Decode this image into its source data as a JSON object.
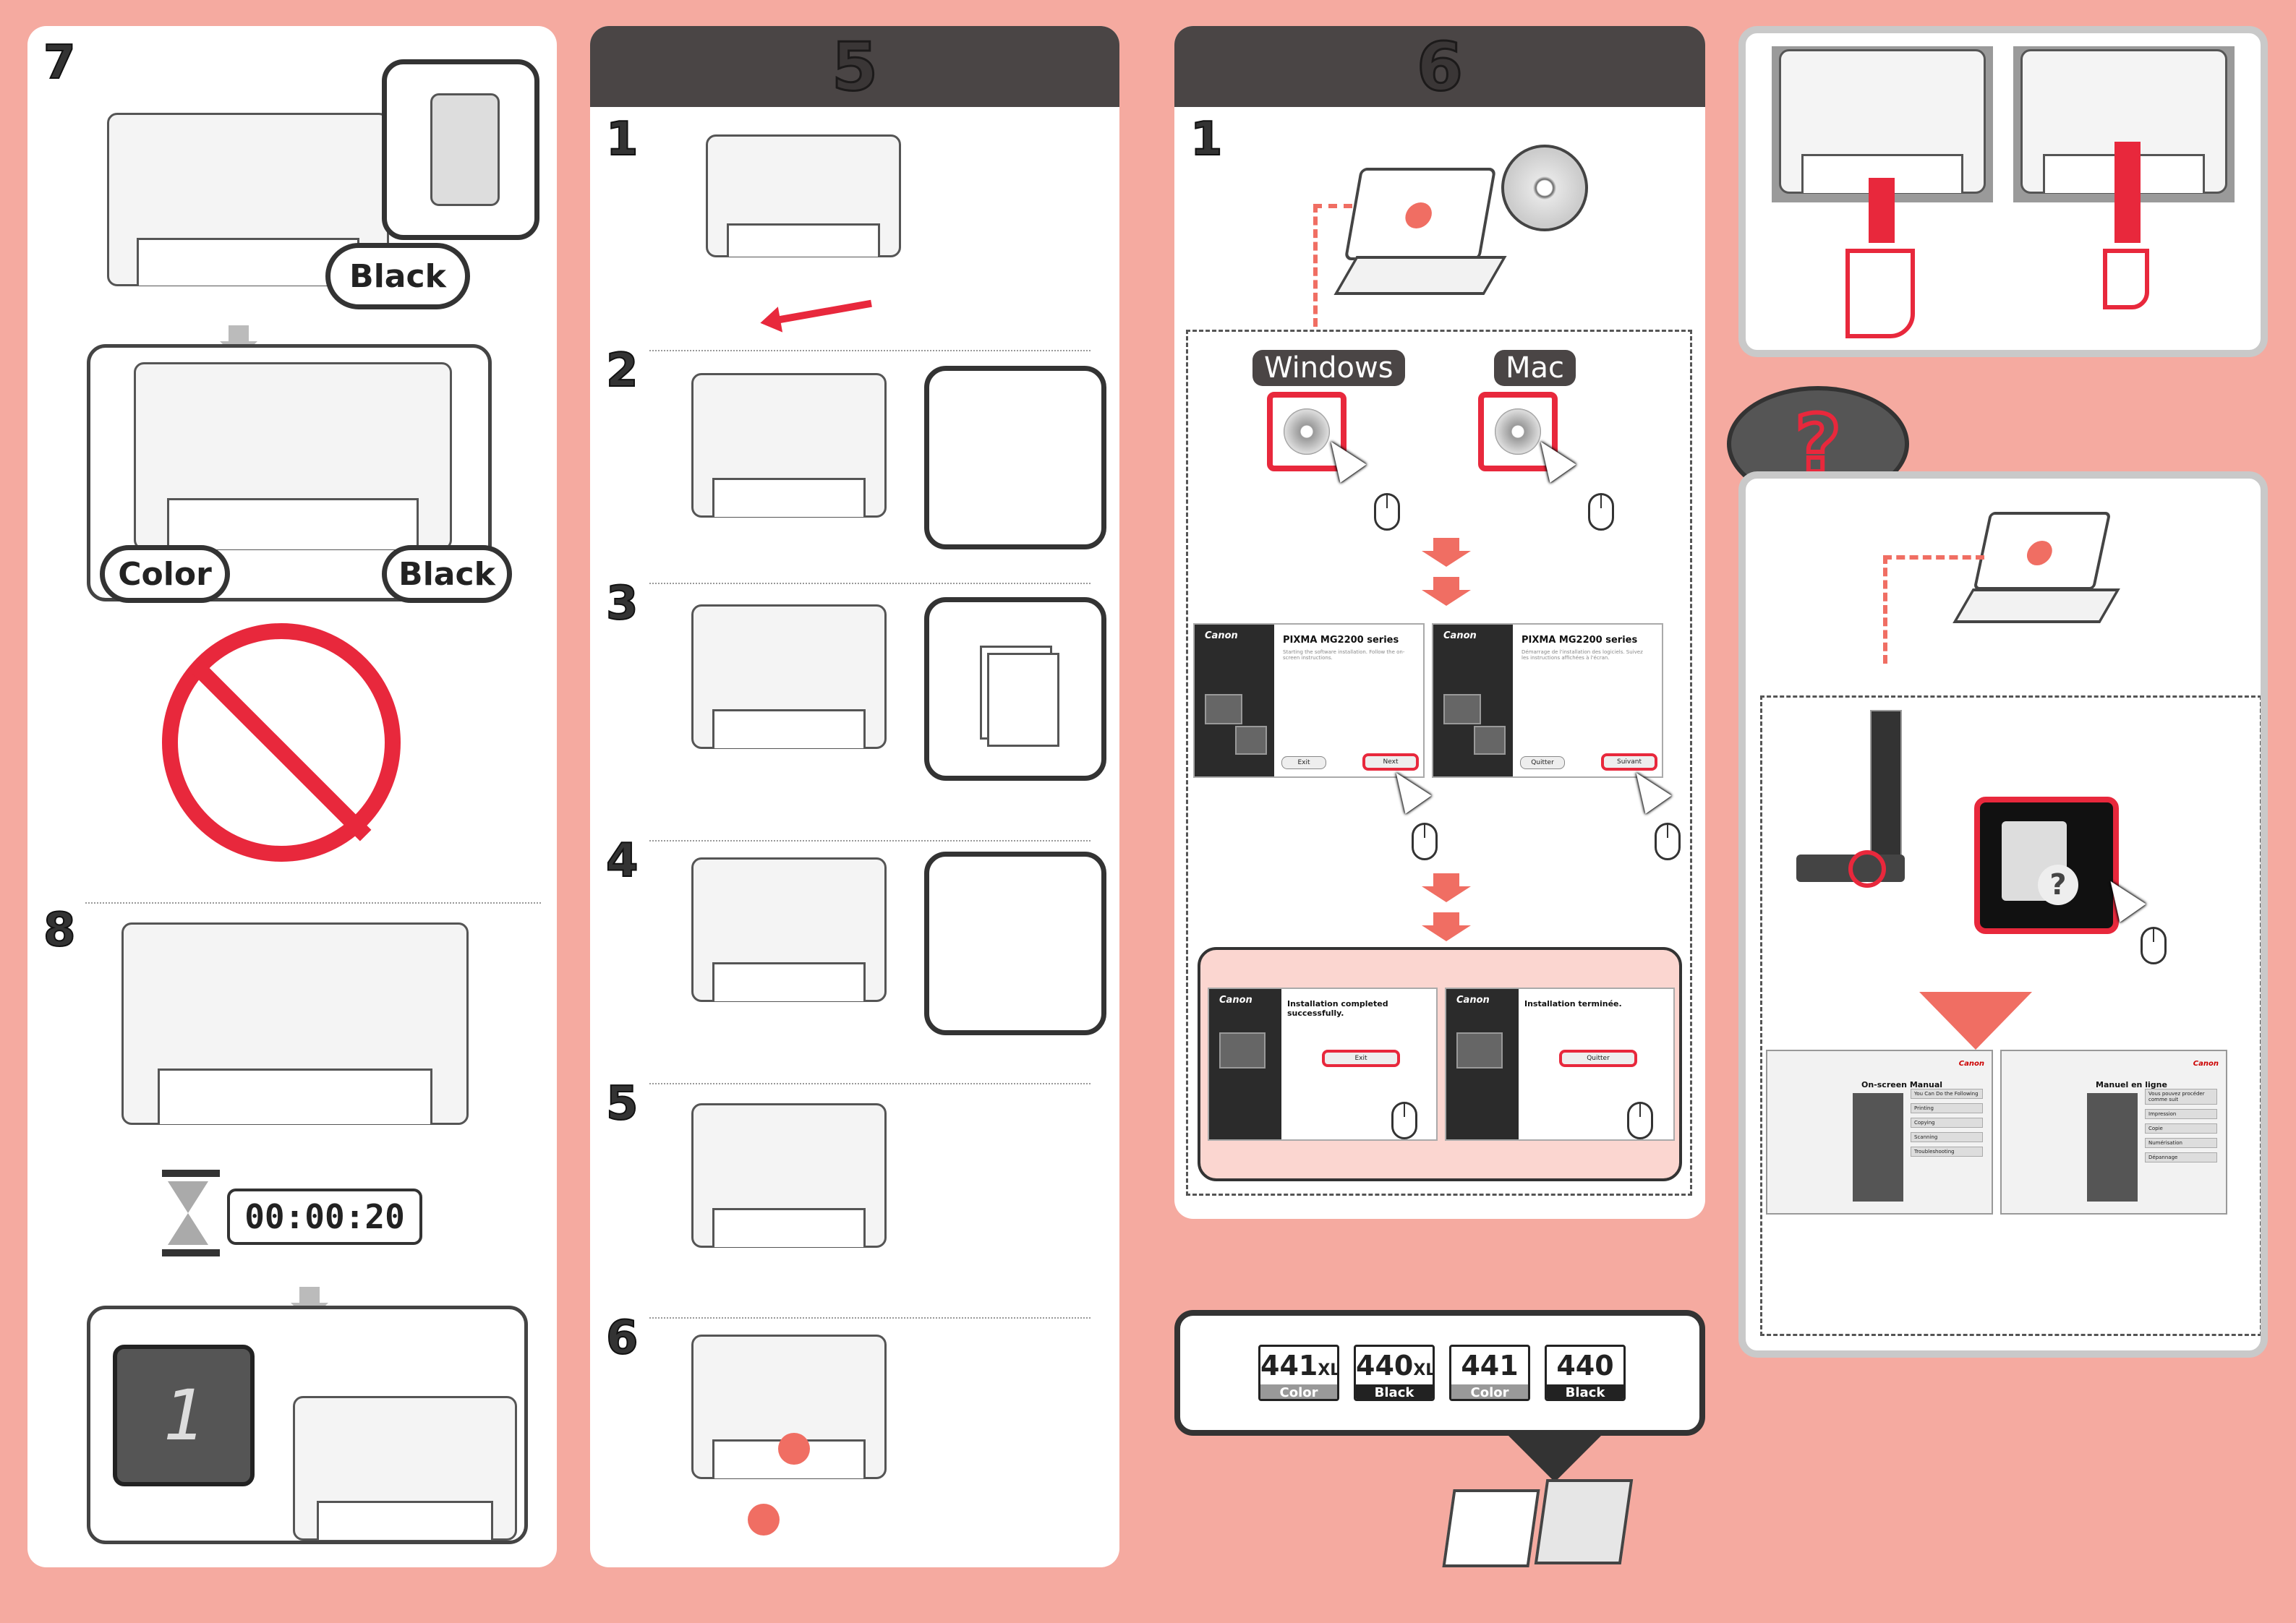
{
  "section7": {
    "step": "7",
    "label_black_top": "Black",
    "label_color": "Color",
    "label_black_bottom": "Black"
  },
  "section8": {
    "step": "8",
    "timer": "00:00:20",
    "lcd_value": "1"
  },
  "section5": {
    "header": "5",
    "steps": [
      "1",
      "2",
      "3",
      "4",
      "5",
      "6"
    ]
  },
  "section6": {
    "header": "6",
    "step": "1",
    "windows_label": "Windows",
    "mac_label": "Mac",
    "screen_en": {
      "brand": "Canon",
      "title": "PIXMA MG2200 series",
      "sub": "Starting the software installation. Follow the on-screen instructions.",
      "exit": "Exit",
      "next": "Next"
    },
    "screen_fr": {
      "brand": "Canon",
      "title": "PIXMA MG2200 series",
      "sub": "Démarrage de l'installation des logiciels. Suivez les instructions affichées à l'écran.",
      "exit": "Quitter",
      "next": "Suivant"
    },
    "done_en": {
      "brand": "Canon",
      "title": "Installation completed successfully.",
      "exit": "Exit"
    },
    "done_fr": {
      "brand": "Canon",
      "title": "Installation terminée.",
      "exit": "Quitter"
    }
  },
  "ink": [
    {
      "num": "441",
      "suffix": "XL",
      "label": "Color",
      "kind": "color"
    },
    {
      "num": "440",
      "suffix": "XL",
      "label": "Black",
      "kind": "black"
    },
    {
      "num": "441",
      "suffix": "",
      "label": "Color",
      "kind": "color"
    },
    {
      "num": "440",
      "suffix": "",
      "label": "Black",
      "kind": "black"
    }
  ],
  "help": {
    "question_marks": "?",
    "manual_en": {
      "title": "On-screen Manual",
      "brand": "Canon",
      "items": [
        "You Can Do the Following",
        "Printing",
        "Copying",
        "Scanning",
        "Troubleshooting"
      ]
    },
    "manual_fr": {
      "title": "Manuel en ligne",
      "brand": "Canon",
      "items": [
        "Vous pouvez procéder comme suit",
        "Impression",
        "Copie",
        "Numérisation",
        "Dépannage"
      ]
    }
  },
  "colors": {
    "background": "#f5aaa0",
    "accent_red": "#e8283c",
    "header_grey": "#4a4545",
    "pink_arrow": "#f06e63"
  }
}
